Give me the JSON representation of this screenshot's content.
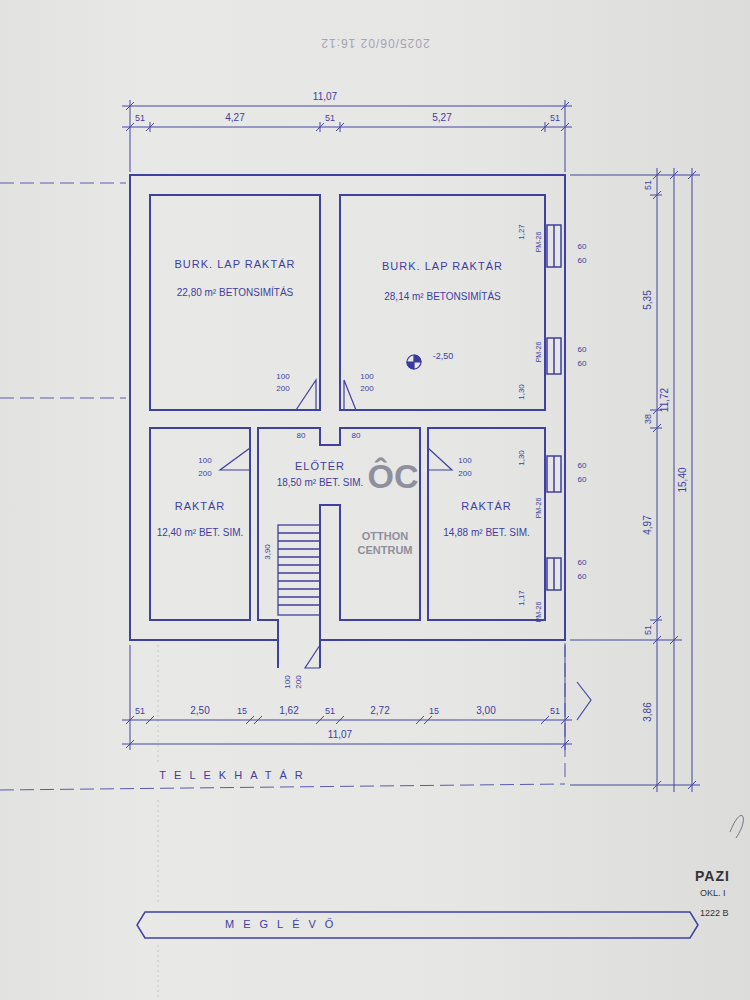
{
  "diagram": {
    "nodes": [
      {
        "text": [
          "BURK. LAP RAKTÁR",
          "22,80 m² BETONSIMÍTÁS"
        ]
      },
      {
        "text": [
          "BURK. LAP RAKTÁR",
          "28,14 m² BETONSIMÍTÁS"
        ]
      },
      {
        "text": [
          "RAKTÁR",
          "12,40 m² BET. SIM."
        ]
      },
      {
        "text": [
          "ELŐTÉR",
          "18,50 m² BET. SIM."
        ]
      },
      {
        "text": [
          "RAKTÁR",
          "14,88 m² BET. SIM."
        ]
      },
      {
        "text": [
          "MEGLÉVŐ"
        ]
      }
    ],
    "labels": [
      "11,07",
      "51",
      "4,27",
      "51",
      "5,27",
      "51",
      "1,27",
      "PM-26",
      "60",
      "60",
      "PM-26",
      "60",
      "60",
      "1,30",
      "1,30",
      "60",
      "60",
      "PM-26",
      "60",
      "60",
      "1,17",
      "PM-26",
      "100",
      "200",
      "100",
      "200",
      "100",
      "200",
      "100",
      "200",
      "80",
      "80",
      "3,90",
      "-2,50",
      "100",
      "200",
      "51",
      "2,50",
      "15",
      "1,62",
      "51",
      "2,72",
      "15",
      "3,00",
      "51",
      "11,07",
      "51",
      "5,35",
      "38",
      "4,97",
      "51",
      "3,86",
      "11,72",
      "15,40",
      "TELEKHATÁR",
      "2025/06/02 16:12",
      "ÔC",
      "OTTHON CENTRUM",
      "PAZI",
      "OKL. I",
      "1222 B"
    ]
  }
}
